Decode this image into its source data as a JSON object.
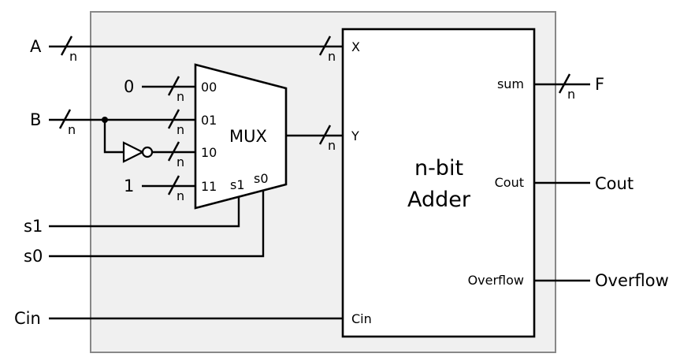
{
  "inputs": {
    "a": "A",
    "b": "B",
    "s1": "s1",
    "s0": "s0",
    "cin": "Cin"
  },
  "outputs": {
    "f": "F",
    "cout": "Cout",
    "overflow": "Overflow"
  },
  "constants": {
    "zero": "0",
    "one": "1"
  },
  "bus_width": "n",
  "mux": {
    "label": "MUX",
    "inputs": [
      "00",
      "01",
      "10",
      "11"
    ],
    "select_s1": "s1",
    "select_s0": "s0"
  },
  "adder": {
    "title_line1": "n-bit",
    "title_line2": "Adder",
    "pin_x": "X",
    "pin_y": "Y",
    "pin_cin": "Cin",
    "pin_sum": "sum",
    "pin_cout": "Cout",
    "pin_overflow": "Overflow"
  },
  "colors": {
    "background_box": "#f0f0f0",
    "box_border": "#888888",
    "wire": "#000000"
  }
}
